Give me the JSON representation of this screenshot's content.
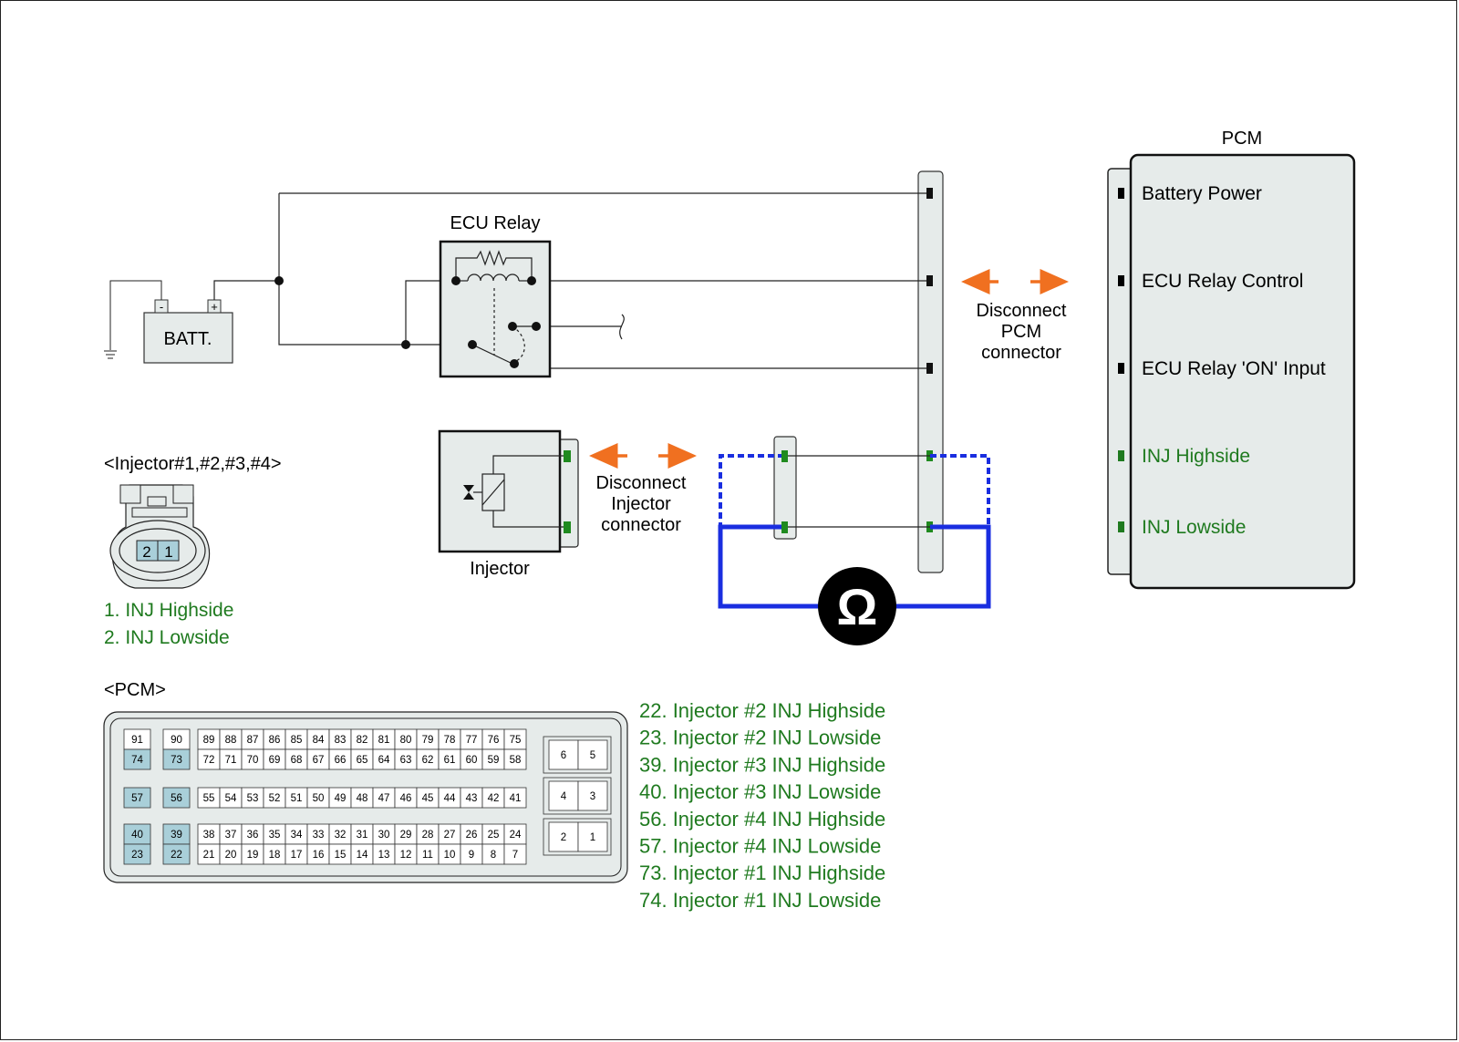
{
  "pcm": {
    "title": "PCM",
    "pins": [
      {
        "label": "Battery Power",
        "color": "#000000"
      },
      {
        "label": "ECU Relay Control",
        "color": "#000000"
      },
      {
        "label": "ECU Relay 'ON' Input",
        "color": "#000000"
      },
      {
        "label": "INJ Highside",
        "color": "#1f7a1f"
      },
      {
        "label": "INJ Lowside",
        "color": "#1f7a1f"
      }
    ]
  },
  "relay": {
    "title": "ECU Relay"
  },
  "battery": {
    "label": "BATT.",
    "minus": "-",
    "plus": "+"
  },
  "injector": {
    "title": "Injector"
  },
  "disconnect_pcm": {
    "line1": "Disconnect",
    "line2": "PCM",
    "line3": "connector"
  },
  "disconnect_injector": {
    "line1": "Disconnect",
    "line2": "Injector",
    "line3": "connector"
  },
  "ohmmeter": {
    "symbol": "Ω"
  },
  "injector_connector": {
    "title": "<Injector#1,#2,#3,#4>",
    "pin_left": "2",
    "pin_right": "1",
    "legend": [
      "1. INJ Highside",
      "2. INJ Lowside"
    ]
  },
  "pcm_connector": {
    "title": "<PCM>",
    "highlight_color": "#a9cfd9",
    "top_row1": [
      "89",
      "88",
      "87",
      "86",
      "85",
      "84",
      "83",
      "82",
      "81",
      "80",
      "79",
      "78",
      "77",
      "76",
      "75"
    ],
    "top_row2": [
      "72",
      "71",
      "70",
      "69",
      "68",
      "67",
      "66",
      "65",
      "64",
      "63",
      "62",
      "61",
      "60",
      "59",
      "58"
    ],
    "mid_row": [
      "55",
      "54",
      "53",
      "52",
      "51",
      "50",
      "49",
      "48",
      "47",
      "46",
      "45",
      "44",
      "43",
      "42",
      "41"
    ],
    "bot_row1": [
      "38",
      "37",
      "36",
      "35",
      "34",
      "33",
      "32",
      "31",
      "30",
      "29",
      "28",
      "27",
      "26",
      "25",
      "24"
    ],
    "bot_row2": [
      "21",
      "20",
      "19",
      "18",
      "17",
      "16",
      "15",
      "14",
      "13",
      "12",
      "11",
      "10",
      "9",
      "8",
      "7"
    ],
    "left_a": [
      "91",
      "74",
      "57",
      "40",
      "23"
    ],
    "left_b": [
      "90",
      "73",
      "56",
      "39",
      "22"
    ],
    "highlighted": [
      "74",
      "73",
      "57",
      "56",
      "40",
      "39",
      "23",
      "22"
    ],
    "right_pairs": [
      [
        "6",
        "5"
      ],
      [
        "4",
        "3"
      ],
      [
        "2",
        "1"
      ]
    ]
  },
  "pin_legend": [
    "22. Injector #2 INJ Highside",
    "23. Injector #2 INJ Lowside",
    "39. Injector #3 INJ Highside",
    "40. Injector #3 INJ Lowside",
    "56. Injector #4 INJ Highside",
    "57. Injector #4 INJ Lowside",
    "73. Injector #1 INJ Highside",
    "74. Injector #1 INJ Lowside"
  ],
  "colors": {
    "meter_wire": "#1a2ee0",
    "arrow": "#f07020",
    "panel_fill": "#e6ebea",
    "green_pin": "#1f8a1f",
    "text_green": "#1f7a1f"
  }
}
